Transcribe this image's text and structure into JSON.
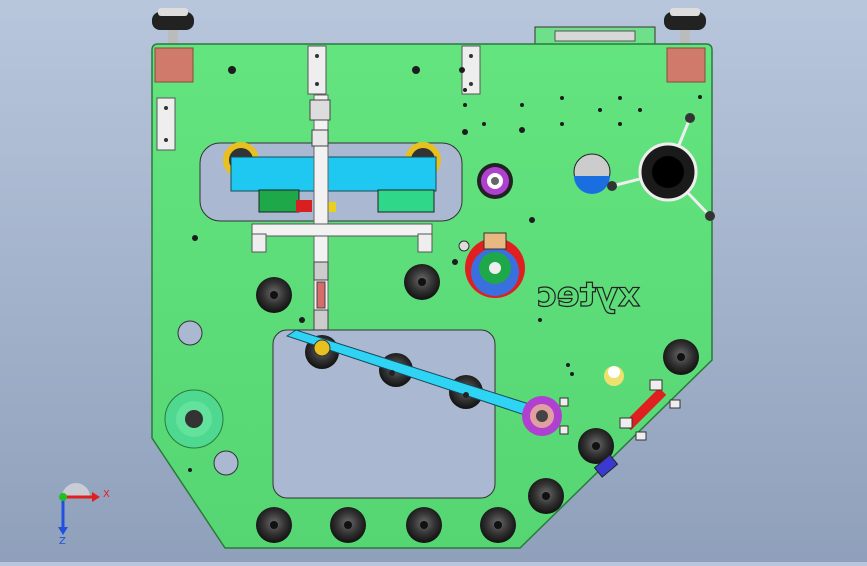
{
  "viewport": {
    "background_top": "#b8c6dc",
    "background_bottom": "#8fa0bb"
  },
  "board": {
    "logo_text": "xytec",
    "plate_color": "#5ee07a",
    "window_color": "#aab8d2"
  },
  "colors": {
    "carriage": "#1ec8f0",
    "arm": "#2fd4f4",
    "hub": "#b040d0",
    "motor_red": "#e02020",
    "motor_blue": "#3a6fe0",
    "roller": "#2a2a2a",
    "pad": "#d07a6c"
  },
  "triad": {
    "x_label": "X",
    "z_label": "Z",
    "x_color": "#e02020",
    "y_color": "#20c020",
    "z_color": "#2050e0"
  }
}
